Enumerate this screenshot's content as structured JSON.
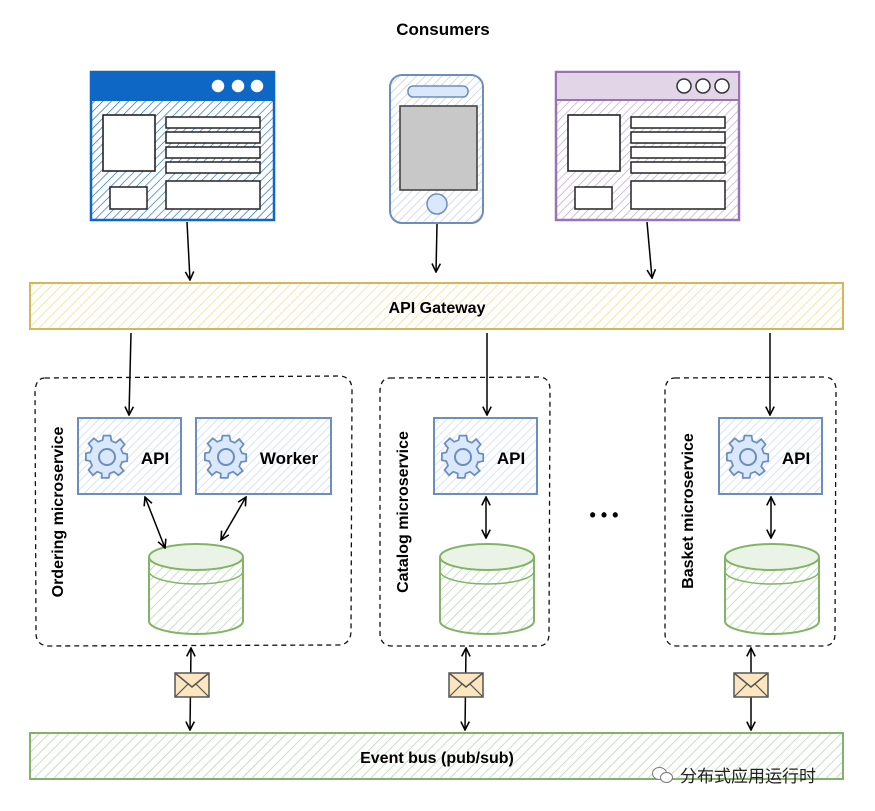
{
  "title": "Consumers",
  "api_gateway": {
    "label": "API Gateway"
  },
  "event_bus": {
    "label": "Event bus (pub/sub)"
  },
  "services": {
    "ordering": {
      "label": "Ordering microservice",
      "api": "API",
      "worker": "Worker"
    },
    "catalog": {
      "label": "Catalog microservice",
      "api": "API"
    },
    "basket": {
      "label": "Basket microservice",
      "api": "API"
    }
  },
  "ellipsis": "• • •",
  "watermark": "分布式应用运行时",
  "colors": {
    "blue": "#0f67c5",
    "purple": "#9a73b5",
    "gateway_fill": "#fff2cc",
    "gateway_stroke": "#d6b656",
    "bus_fill": "#d5e8d4",
    "bus_stroke": "#82b366",
    "service_fill": "#dae8fc",
    "service_stroke": "#6c8ebf",
    "db_stroke": "#82b366"
  }
}
